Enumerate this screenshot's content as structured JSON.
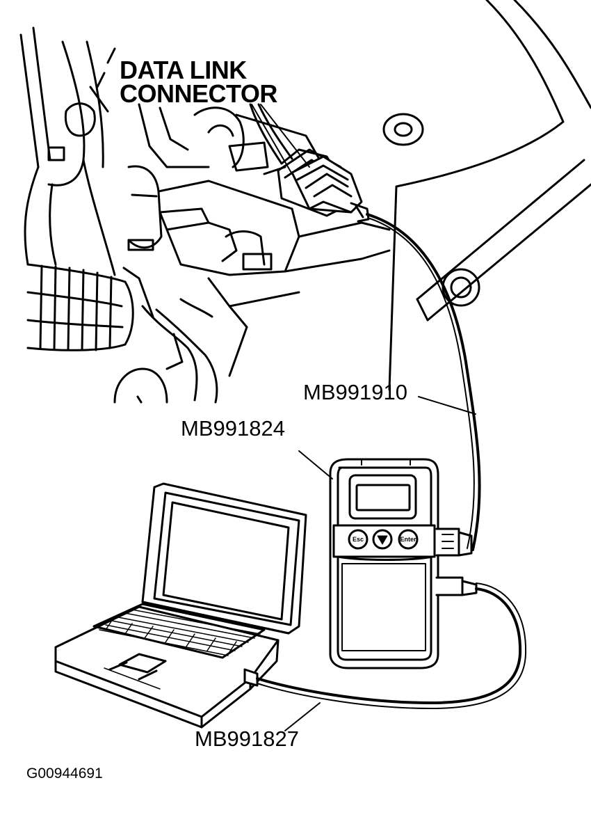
{
  "labels": {
    "data_link_connector_line1": "DATA LINK",
    "data_link_connector_line2": "CONNECTOR",
    "cable_mb991910": "MB991910",
    "tool_mb991824": "MB991824",
    "cable_mb991827": "MB991827",
    "figure_id": "G00944691"
  },
  "tool_buttons": {
    "esc": "Esc",
    "enter": "Enter"
  },
  "colors": {
    "ink": "#000000",
    "paper": "#ffffff"
  }
}
